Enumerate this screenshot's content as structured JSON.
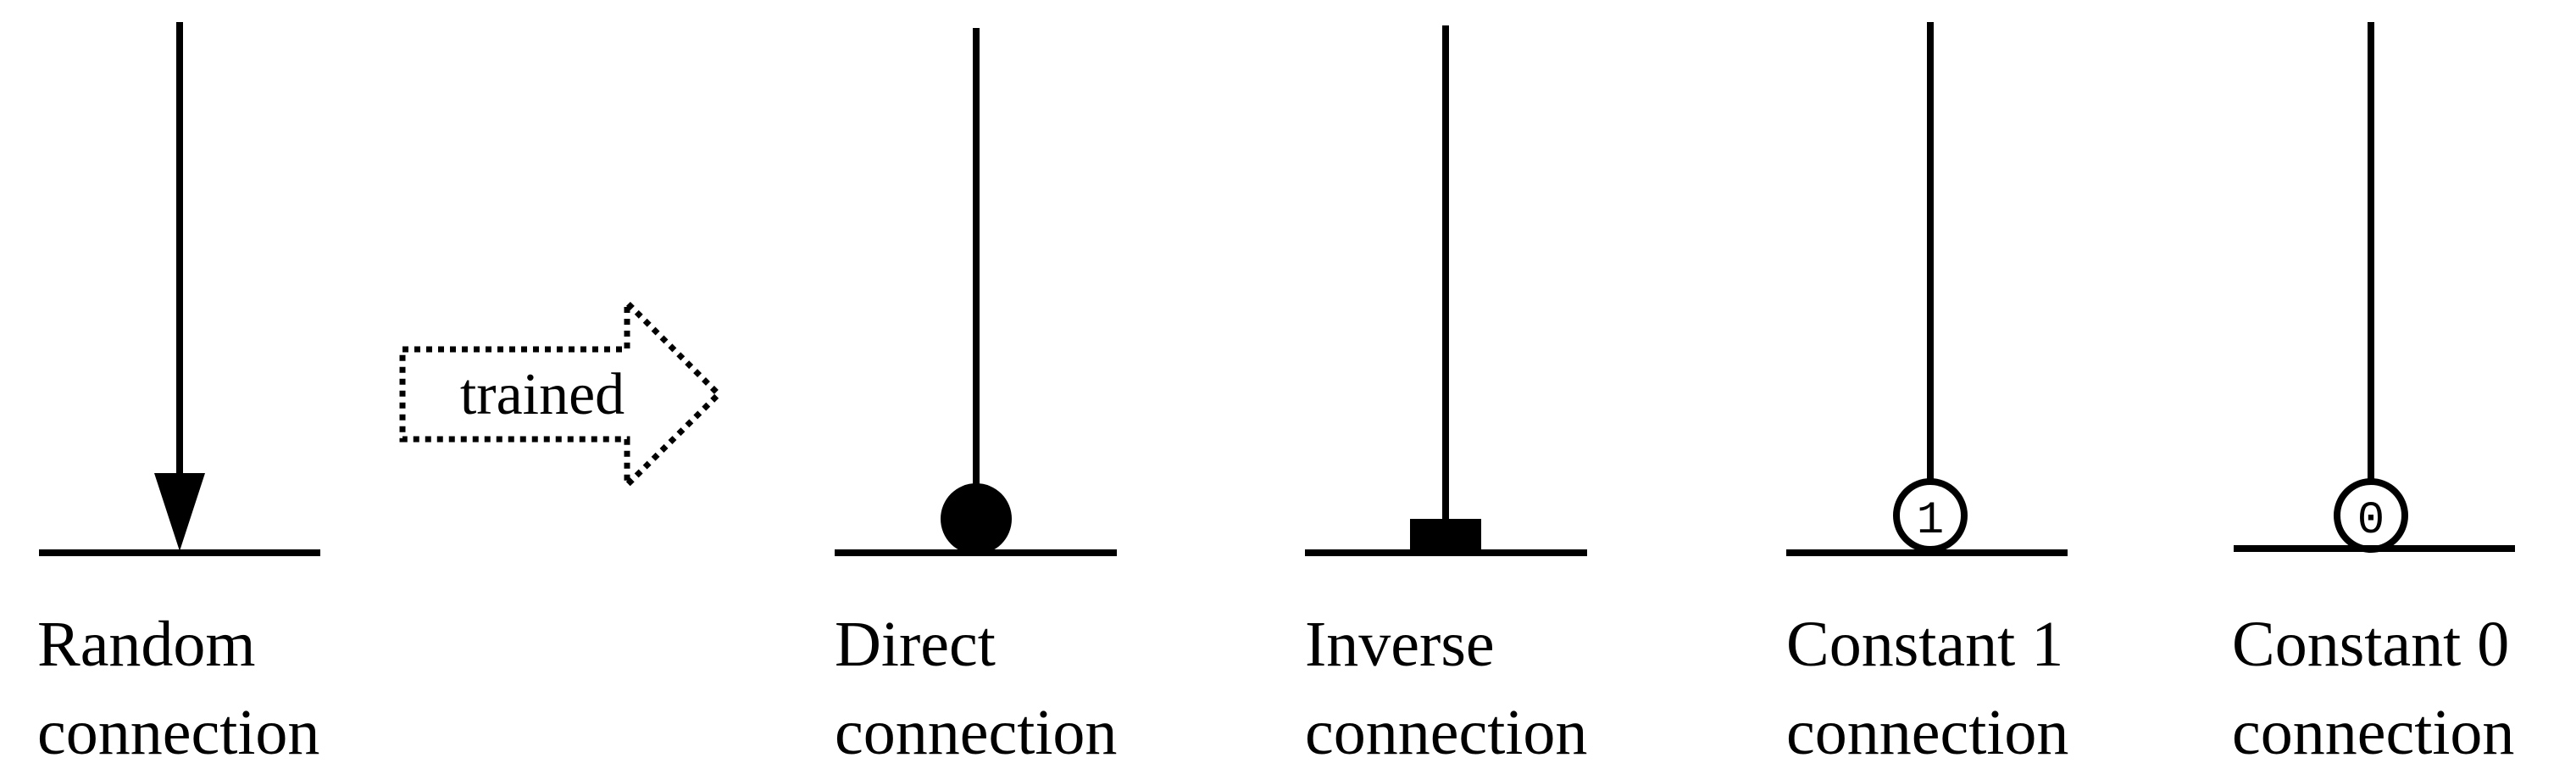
{
  "arrow_label": "trained",
  "items": [
    {
      "line1": "Random",
      "line2": "connection"
    },
    {
      "line1": "Direct",
      "line2": "connection"
    },
    {
      "line1": "Inverse",
      "line2": "connection"
    },
    {
      "line1": "Constant 1",
      "line2": "connection",
      "symbol": "1"
    },
    {
      "line1": "Constant 0",
      "line2": "connection",
      "symbol": "0"
    }
  ],
  "colors": {
    "stroke": "#000000",
    "background": "#ffffff"
  }
}
